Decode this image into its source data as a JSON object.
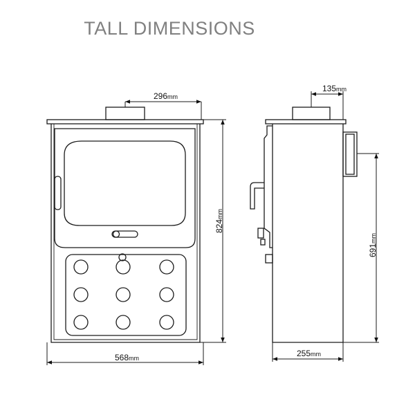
{
  "title": "TALL DIMENSIONS",
  "dimensions": {
    "flue_diameter": {
      "value": "296",
      "unit": "mm"
    },
    "rear_flue_offset": {
      "value": "135",
      "unit": "mm"
    },
    "overall_height": {
      "value": "824",
      "unit": "mm"
    },
    "rear_outlet_height": {
      "value": "691",
      "unit": "mm"
    },
    "width": {
      "value": "568",
      "unit": "mm"
    },
    "depth": {
      "value": "255",
      "unit": "mm"
    }
  }
}
